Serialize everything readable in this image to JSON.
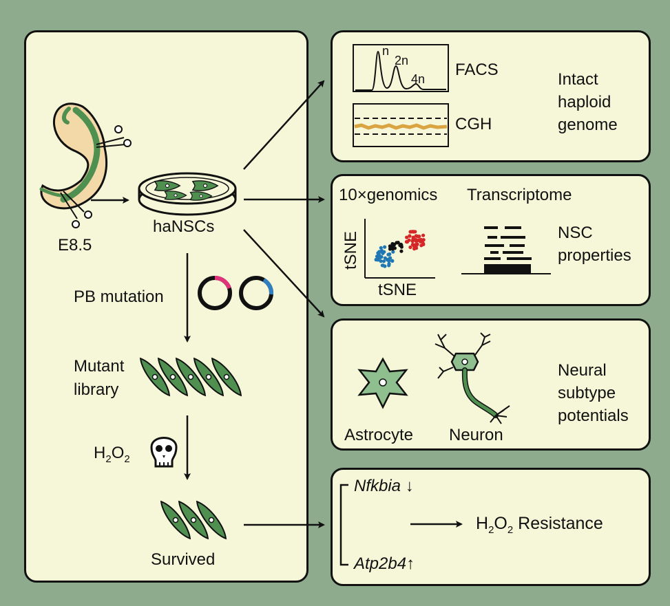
{
  "left_panel": {
    "embryo_label": "E8.5",
    "dish_label": "haNSCs",
    "mutation_label": "PB mutation",
    "library_label_1": "Mutant",
    "library_label_2": "library",
    "h2o2_label_main": "H",
    "h2o2_sub1": "2",
    "h2o2_mid": "O",
    "h2o2_sub2": "2",
    "survived_label": "Survived"
  },
  "genome_panel": {
    "facs_label": "FACS",
    "cgh_label": "CGH",
    "peak_n": "n",
    "peak_2n": "2n",
    "peak_4n": "4n",
    "conclusion": "Intact\nhaploid\ngenome"
  },
  "transcriptome_panel": {
    "method_label": "10×genomics",
    "transcriptome_label": "Transcriptome",
    "axis_x": "tSNE",
    "axis_y": "tSNE",
    "conclusion": "NSC\nproperties"
  },
  "neural_panel": {
    "astrocyte_label": "Astrocyte",
    "neuron_label": "Neuron",
    "conclusion": "Neural\nsubtype\npotentials"
  },
  "resistance_panel": {
    "gene1": "Nfkbia",
    "gene1_arrow": "↓",
    "gene2": "Atp2b4",
    "gene2_arrow": "↑",
    "result_h": "H",
    "result_sub1": "2",
    "result_o": "O",
    "result_sub2": "2",
    "result_rest": " Resistance"
  },
  "colors": {
    "background": "#8eab8e",
    "panel_fill": "#f5f7d8",
    "cell_green": "#4f8f4f",
    "plasmid_pink": "#e0337a",
    "plasmid_blue": "#2f7fc1",
    "cgh_orange": "#d9a441",
    "scatter_red": "#d62728",
    "scatter_blue": "#1f77b4",
    "scatter_black": "#111111"
  }
}
